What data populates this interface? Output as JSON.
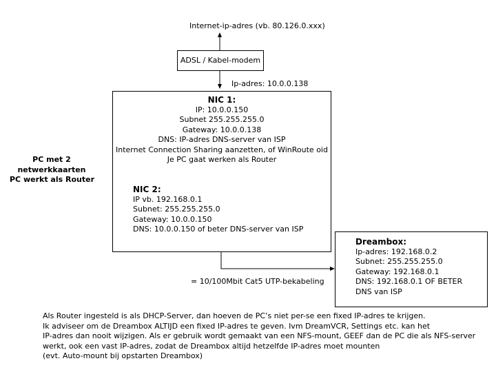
{
  "internet_label": "Internet-ip-adres (vb. 80.126.0.xxx)",
  "modem_label": "ADSL / Kabel-modem",
  "modem_ip_label": "Ip-adres: 10.0.0.138",
  "pc_side_label": [
    "PC met 2",
    "netwerkkaarten",
    "PC werkt als Router"
  ],
  "nic1": {
    "title": "NIC 1:",
    "lines": [
      "IP: 10.0.0.150",
      "Subnet 255.255.255.0",
      "Gateway: 10.0.0.138",
      "DNS: IP-adres DNS-server van ISP",
      "Internet Connection Sharing aanzetten, of WinRoute oid",
      "Je PC gaat werken als Router"
    ]
  },
  "nic2": {
    "title": "NIC 2:",
    "lines": [
      "IP vb. 192.168.0.1",
      "Subnet: 255.255.255.0",
      "Gateway: 10.0.0.150",
      "DNS: 10.0.0.150 of beter DNS-server van ISP"
    ]
  },
  "dreambox": {
    "title": "Dreambox:",
    "lines": [
      "Ip-adres: 192.168.0.2",
      "Subnet: 255.255.255.0",
      "Gateway: 192.168.0.1",
      "DNS: 192.168.0.1 OF BETER",
      "DNS van ISP"
    ]
  },
  "cable_label": "= 10/100Mbit Cat5 UTP-bekabeling",
  "notes": [
    "Als Router ingesteld is als DHCP-Server, dan hoeven de PC’s niet per-se een fixed IP-adres te krijgen.",
    "Ik adviseer om de Dreambox ALTIJD een fixed IP-adres te geven. Ivm DreamVCR, Settings etc. kan het",
    "IP-adres dan nooit wijzigen. Als er gebruik wordt gemaakt van een NFS-mount, GEEF dan de PC die als NFS-server",
    "werkt, ook een vast IP-adres, zodat de Dreambox altijd hetzelfde IP-adres moet mounten",
    "(evt. Auto-mount  bij opstarten Dreambox)"
  ]
}
